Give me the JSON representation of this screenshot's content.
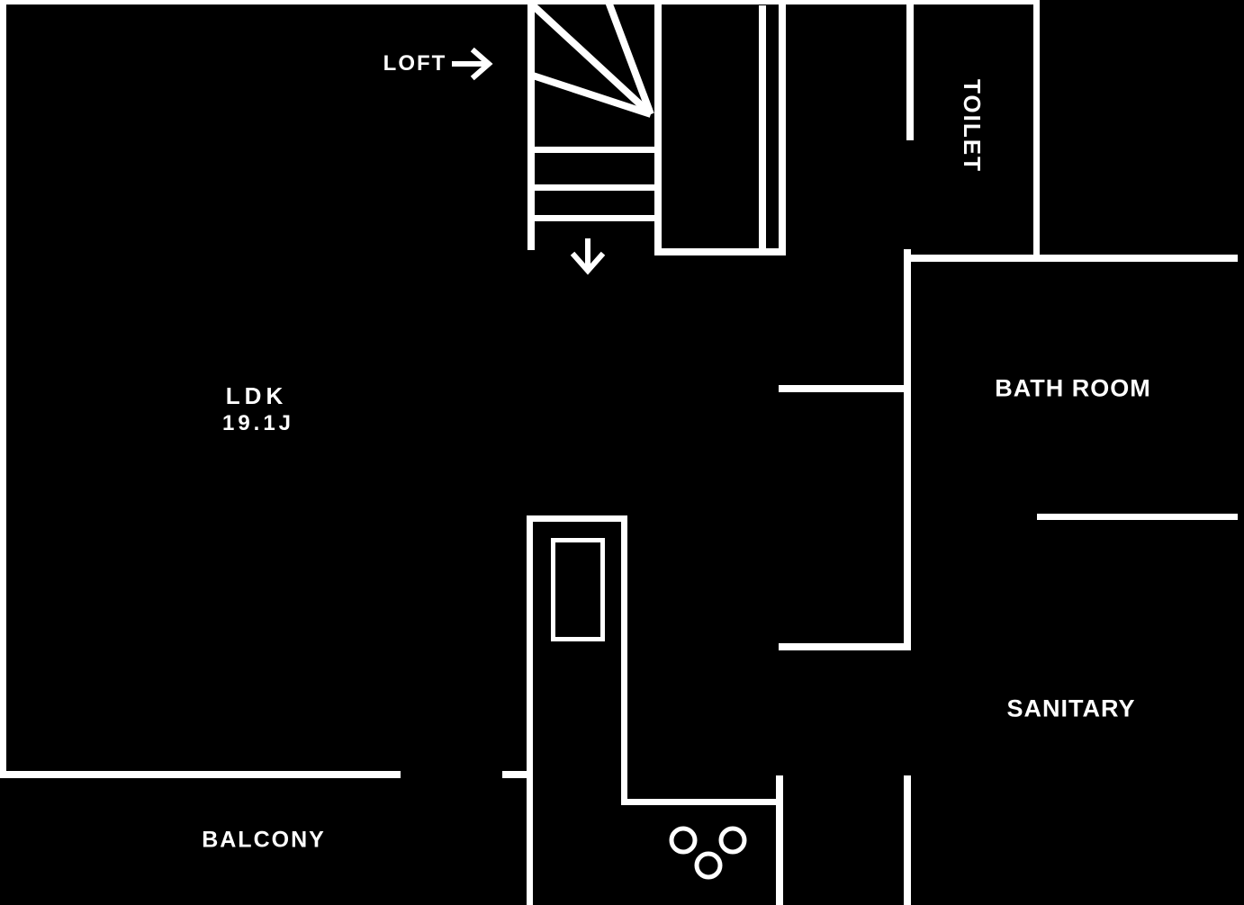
{
  "colors": {
    "background": "#000000",
    "wall": "#ffffff"
  },
  "labels": {
    "loft": "LOFT",
    "ldk_name": "LDK",
    "ldk_area": "19.1J",
    "toilet": "TOILET",
    "bath_room": "BATH ROOM",
    "sanitary": "SANITARY",
    "balcony": "BALCONY"
  },
  "icons": {
    "loft_arrow": "arrow-right",
    "stairs_down_arrow": "arrow-down",
    "stove_burner_count": 3
  }
}
